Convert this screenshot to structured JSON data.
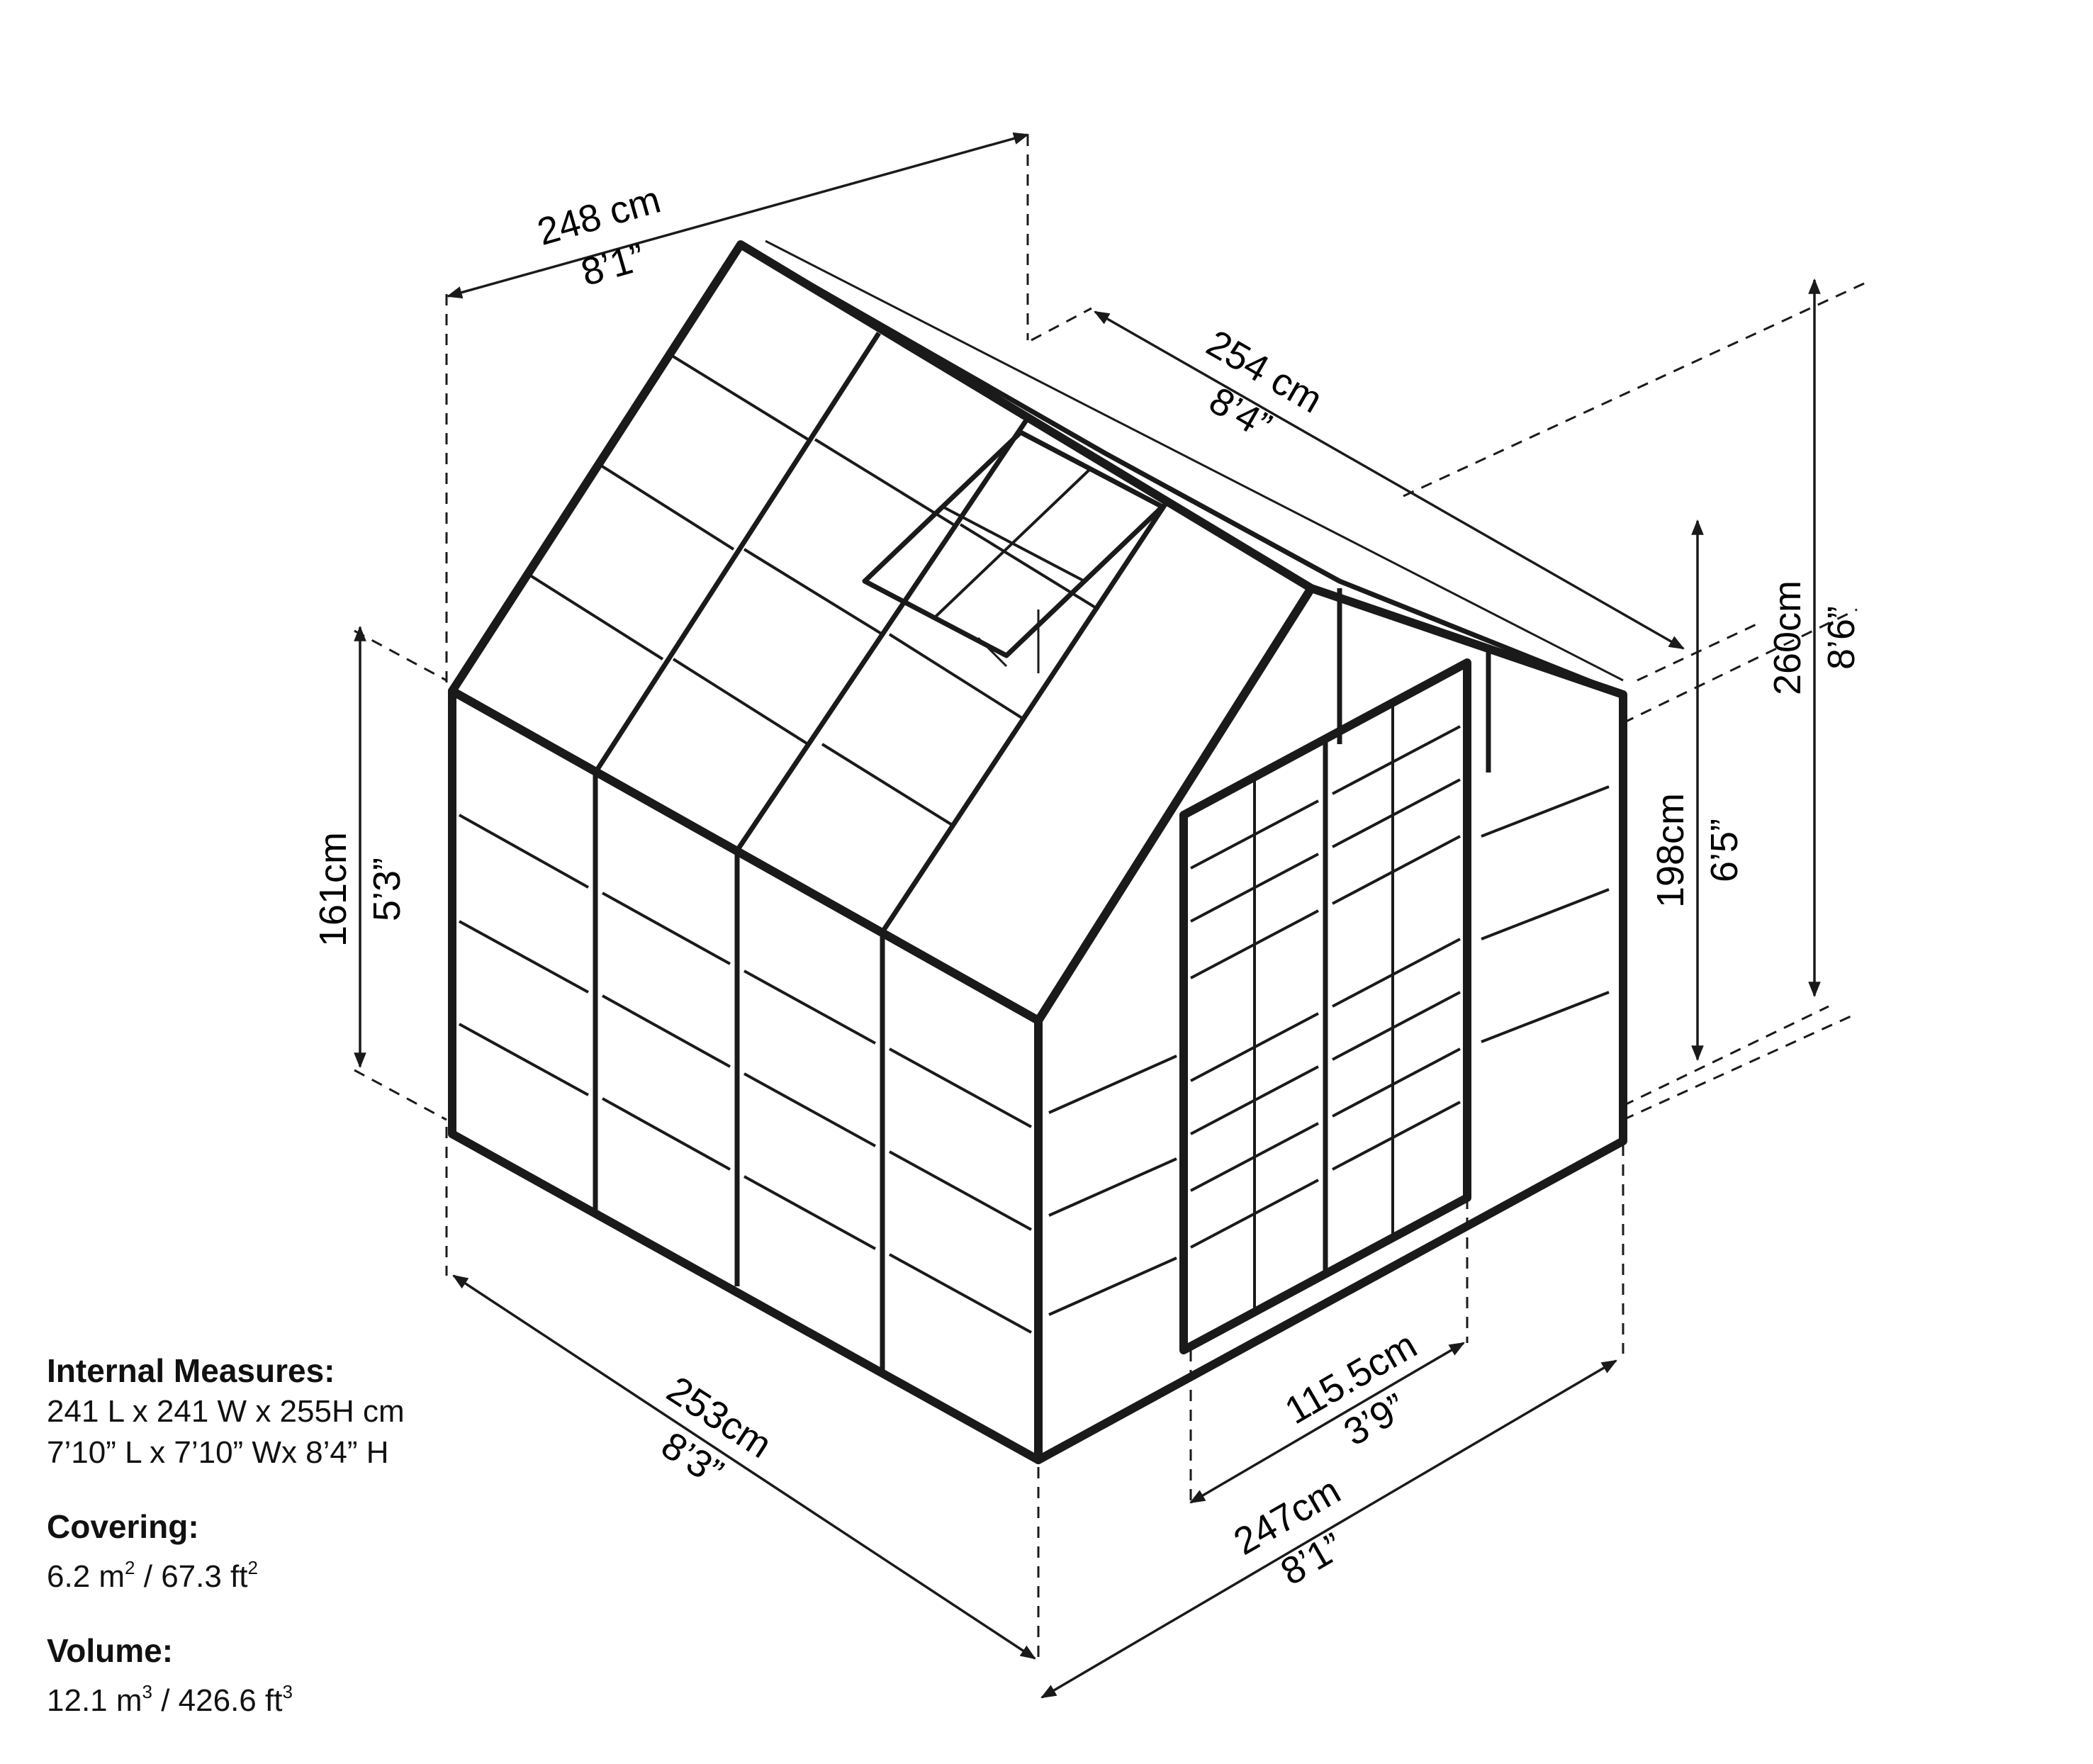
{
  "dimensions": {
    "roof_width": {
      "metric": "248 cm",
      "imperial": "8’1”"
    },
    "roof_length": {
      "metric": "254 cm",
      "imperial": "8’4”"
    },
    "total_height": {
      "metric": "260cm",
      "imperial": "8’6”"
    },
    "side_height": {
      "metric": "198cm",
      "imperial": "6’5”"
    },
    "wall_height": {
      "metric": "161cm",
      "imperial": "5’3”"
    },
    "base_length": {
      "metric": "253cm",
      "imperial": "8’3”"
    },
    "base_width": {
      "metric": "247cm",
      "imperial": "8’1”"
    },
    "door_width": {
      "metric": "115.5cm",
      "imperial": "3’9”"
    }
  },
  "specs": {
    "internal": {
      "heading": "Internal Measures:",
      "metric": "241 L x 241 W x 255H cm",
      "imperial": "7’10” L x 7’10” Wx 8’4” H"
    },
    "covering": {
      "heading": "Covering:",
      "metric_value": "6.2 m",
      "metric_exp": "2",
      "separator": " / 67.3 ft",
      "imperial_exp": "2"
    },
    "volume": {
      "heading": "Volume:",
      "metric_value": "12.1 m",
      "metric_exp": "3",
      "separator": " / 426.6 ft",
      "imperial_exp": "3"
    }
  }
}
